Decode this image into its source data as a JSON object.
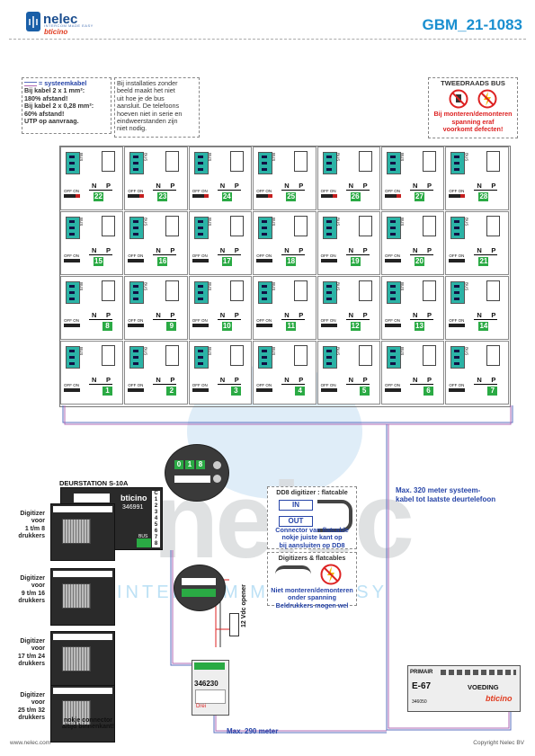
{
  "header": {
    "brand": "nelec",
    "brand_sub": "INTERCOM MADE EASY",
    "brand_partner": "bticino",
    "doc_id": "GBM_21-1083"
  },
  "watermark": {
    "text_big": "nelec",
    "text_sub": "INTERCOM MADE EASY"
  },
  "notes": {
    "system_cable_title": "= systeemkabel",
    "system_cable_lines": [
      "Bij kabel 2 x 1 mm²:",
      "180% afstand!",
      "Bij kabel 2 x 0,28 mm²:",
      "60% afstand!",
      "UTP op aanvraag."
    ],
    "install_lines": [
      "Bij installaties zonder",
      "beeld maakt het niet",
      "uit hoe je de bus",
      "aansluit. De telefoons",
      "hoeven niet in serie en",
      "eindweerstanden zijn",
      "niet nodig."
    ],
    "two_wire_title": "TWEEDRAADS BUS",
    "two_wire_warning": [
      "Bij monteren/demonteren",
      "spanning eraf",
      "voorkomt defecten!"
    ]
  },
  "grid": {
    "labels": {
      "n": "N",
      "p": "P",
      "offon": "OFF ON",
      "bus": "BUS"
    },
    "rows": [
      [
        "22",
        "23",
        "24",
        "25",
        "26",
        "27",
        "28"
      ],
      [
        "15",
        "16",
        "17",
        "18",
        "19",
        "20",
        "21"
      ],
      [
        "8",
        "9",
        "10",
        "11",
        "12",
        "13",
        "14"
      ],
      [
        "1",
        "2",
        "3",
        "4",
        "5",
        "6",
        "7"
      ]
    ],
    "accent_red": "#c41e1e",
    "accent_green": "#2aaa44",
    "accent_teal": "#2bb3a6"
  },
  "door_station": {
    "title": "DEURSTATION S-10A",
    "brand": "bticino",
    "model": "346991",
    "bus_label": "BUS",
    "terminals": [
      "C",
      "1",
      "2",
      "3",
      "4",
      "5",
      "6",
      "7",
      "8"
    ],
    "zoom_digits": [
      "0",
      "1",
      "8"
    ]
  },
  "digitizers": [
    {
      "lines": [
        "Digitizer",
        "voor",
        "1 t/m 8",
        "drukkers"
      ]
    },
    {
      "lines": [
        "Digitizer",
        "voor",
        "9 t/m 16",
        "drukkers"
      ]
    },
    {
      "lines": [
        "Digitizer",
        "voor",
        "17 t/m 24",
        "drukkers"
      ]
    },
    {
      "lines": [
        "Digitizer",
        "voor",
        "25 t/m 32",
        "drukkers"
      ]
    }
  ],
  "connector_note": [
    "nokje connector",
    "altijd binnenkant!"
  ],
  "dd8": {
    "title": "DD8 digitizer : flatcable",
    "in": "IN",
    "out": "OUT",
    "note": [
      "Connector van flatcable",
      "nokje juiste kant op",
      "bij aansluiten op DD8"
    ],
    "title2": "Digitizers & flatcables",
    "warning": [
      "Niet monteren/demonteren",
      "onder spanning",
      "Beldrukkers mogen wel"
    ]
  },
  "max_text": [
    "Max. 320 meter systeem-",
    "kabel tot laatste deurtelefoon"
  ],
  "opener_label": "12 Vdc opener",
  "module_346230": "346230",
  "module_brand": "Drei",
  "max290": "Max. 290 meter",
  "power": {
    "primair": "PRIMAIR",
    "model": "E-67",
    "title": "VOEDING",
    "brand": "bticino",
    "code": "346050"
  },
  "footer": {
    "left": "www.nelec.com",
    "right": "Copyright Nelec BV"
  }
}
